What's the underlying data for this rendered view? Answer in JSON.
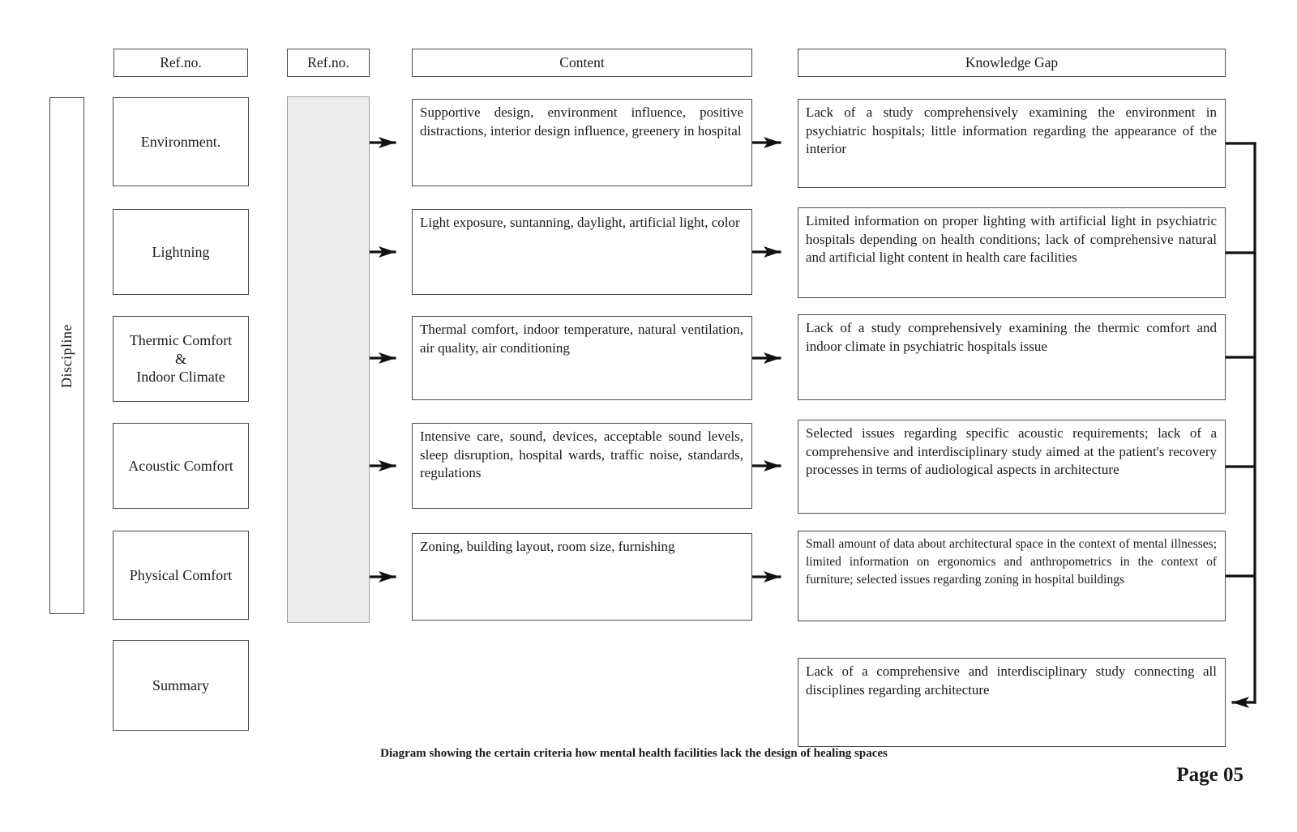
{
  "headers": {
    "ref_no_1": "Ref.no.",
    "ref_no_2": "Ref.no.",
    "content": "Content",
    "knowledge_gap": "Knowledge Gap"
  },
  "sidebar": {
    "label": "Discipline"
  },
  "rows": [
    {
      "discipline": "Environment.",
      "content": "Supportive design, environment influence, positive distractions, interior design influence, greenery in hospital",
      "knowledge_gap": "Lack of a study comprehensively examining the environment in psychiatric hospitals; little information regarding the appearance of the interior"
    },
    {
      "discipline": "Lightning",
      "content": "Light exposure, suntanning, daylight, artificial light, color",
      "knowledge_gap": "Limited information on proper lighting with artificial light in psychiatric hospitals depending on health conditions; lack of comprehensive natural and artificial light content in health care facilities"
    },
    {
      "discipline": "Thermic Comfort\n&\nIndoor Climate",
      "content": "Thermal comfort, indoor temperature, natural ventilation, air quality, air conditioning",
      "knowledge_gap": "Lack of a study comprehensively examining the thermic comfort and indoor climate in psychiatric hospitals issue"
    },
    {
      "discipline": "Acoustic Comfort",
      "content": "Intensive care, sound, devices, acceptable sound levels, sleep disruption, hospital wards, traffic noise, standards, regulations",
      "knowledge_gap": "Selected issues regarding specific acoustic requirements; lack of a comprehensive and interdisciplinary study aimed at the patient's recovery processes in terms of audiological aspects in architecture"
    },
    {
      "discipline": "Physical Comfort",
      "content": "Zoning, building layout, room size, furnishing",
      "knowledge_gap": "Small amount of data about architectural space in the context of mental illnesses; limited information on ergonomics and anthropometrics in the context of furniture; selected issues regarding zoning in hospital buildings"
    }
  ],
  "summary_row": {
    "discipline": "Summary",
    "knowledge_gap": "Lack of a comprehensive and interdisciplinary study connecting all disciplines regarding architecture"
  },
  "caption": "Diagram showing the certain criteria how mental health facilities lack the design of healing spaces",
  "page_label": "Page 05",
  "colors": {
    "box_border": "#4a4a4a",
    "ref_column_fill": "#ececec",
    "arrow": "#111111"
  }
}
